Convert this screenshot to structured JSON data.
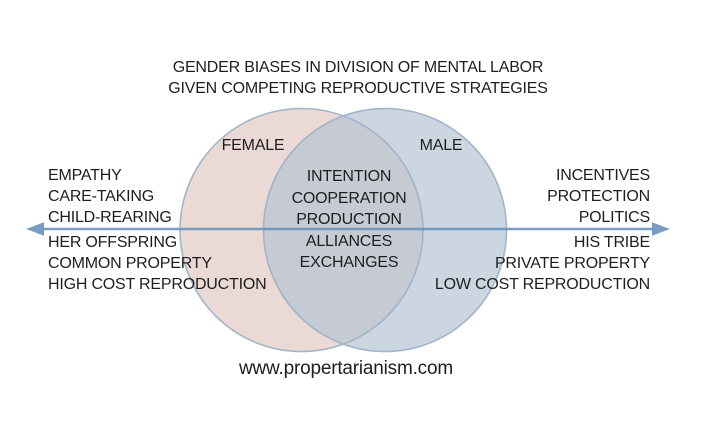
{
  "title": {
    "line1": "GENDER BIASES IN DIVISION OF MENTAL LABOR",
    "line2": "GIVEN COMPETING REPRODUCTIVE STRATEGIES"
  },
  "venn": {
    "female_label": "FEMALE",
    "male_label": "MALE",
    "intersection_items": [
      "INTENTION",
      "COOPERATION",
      "PRODUCTION",
      "ALLIANCES",
      "EXCHANGES"
    ]
  },
  "female_list": {
    "items": [
      "EMPATHY",
      "CARE-TAKING",
      "CHILD-REARING",
      "HER OFFSPRING",
      "COMMON PROPERTY",
      "HIGH COST REPRODUCTION"
    ]
  },
  "male_list": {
    "items": [
      "INCENTIVES",
      "PROTECTION",
      "POLITICS",
      "HIS TRIBE",
      "PRIVATE PROPERTY",
      "LOW COST REPRODUCTION"
    ]
  },
  "footer": {
    "url": "www.propertarianism.com"
  },
  "colors": {
    "female_fill": "#ead9d4",
    "male_fill": "#ccd6e1",
    "intersection_fill": "#c6cad3",
    "circle_stroke": "#9db2c7",
    "arrow": "#6f94bd",
    "text": "#1e1e1e"
  }
}
